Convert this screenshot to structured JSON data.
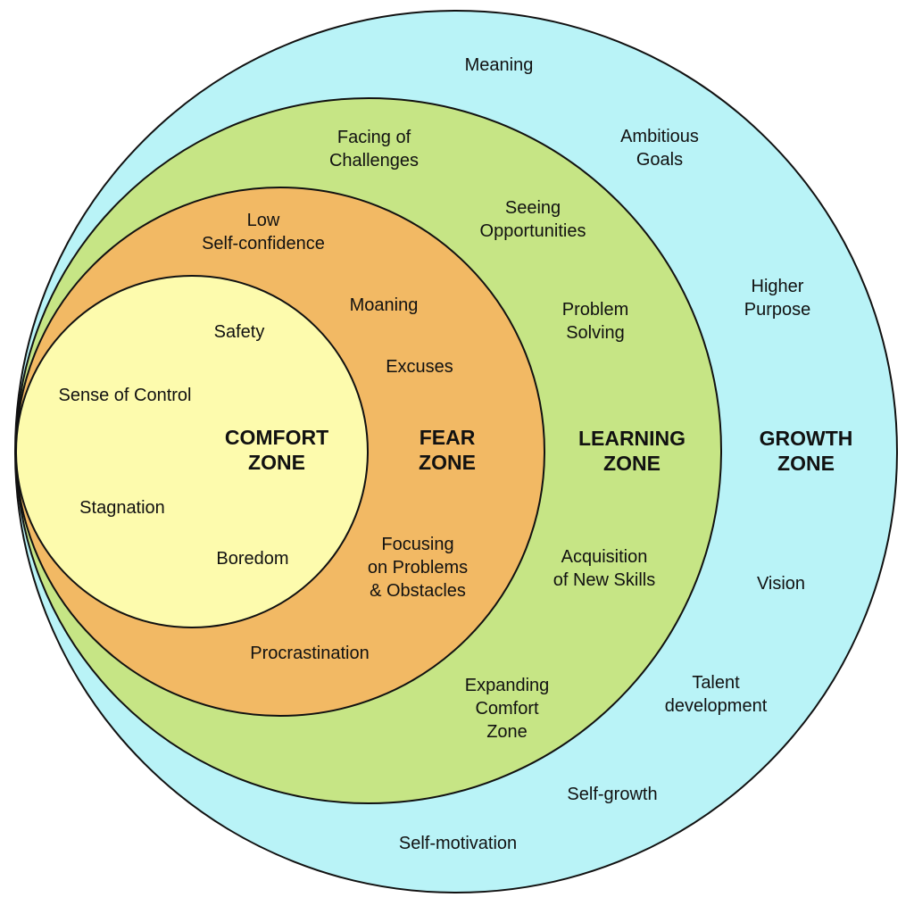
{
  "colors": {
    "growth": "#b9f3f7",
    "learning": "#c6e585",
    "fear": "#f2b964",
    "comfort": "#fdfbad",
    "stroke": "#111111"
  },
  "zones": {
    "comfort": {
      "title": [
        "COMFORT",
        "ZONE"
      ],
      "items": [
        [
          "Safety"
        ],
        [
          "Sense of Control"
        ],
        [
          "Stagnation"
        ],
        [
          "Boredom"
        ]
      ]
    },
    "fear": {
      "title": [
        "FEAR",
        "ZONE"
      ],
      "items": [
        [
          "Low",
          "Self-confidence"
        ],
        [
          "Moaning"
        ],
        [
          "Excuses"
        ],
        [
          "Focusing",
          "on Problems",
          "& Obstacles"
        ],
        [
          "Procrastination"
        ]
      ]
    },
    "learning": {
      "title": [
        "LEARNING",
        "ZONE"
      ],
      "items": [
        [
          "Facing of",
          "Challenges"
        ],
        [
          "Seeing",
          "Opportunities"
        ],
        [
          "Problem",
          "Solving"
        ],
        [
          "Acquisition",
          "of New Skills"
        ],
        [
          "Expanding",
          "Comfort",
          "Zone"
        ]
      ]
    },
    "growth": {
      "title": [
        "GROWTH",
        "ZONE"
      ],
      "items": [
        [
          "Meaning"
        ],
        [
          "Ambitious",
          "Goals"
        ],
        [
          "Higher",
          "Purpose"
        ],
        [
          "Vision"
        ],
        [
          "Talent",
          "development"
        ],
        [
          "Self-growth"
        ],
        [
          "Self-motivation"
        ]
      ]
    }
  }
}
